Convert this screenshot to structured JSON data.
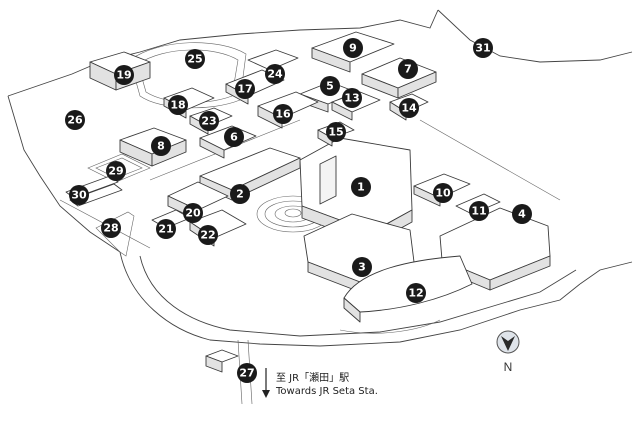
{
  "markers": [
    "1",
    "2",
    "3",
    "4",
    "5",
    "6",
    "7",
    "8",
    "9",
    "10",
    "11",
    "12",
    "13",
    "14",
    "15",
    "16",
    "17",
    "18",
    "19",
    "20",
    "21",
    "22",
    "23",
    "24",
    "25",
    "26",
    "27",
    "28",
    "29",
    "30",
    "31"
  ],
  "compass": {
    "label": "N"
  },
  "directions": {
    "line1": "至 JR「瀬田」駅",
    "line2": "Towards JR Seta Sta."
  }
}
